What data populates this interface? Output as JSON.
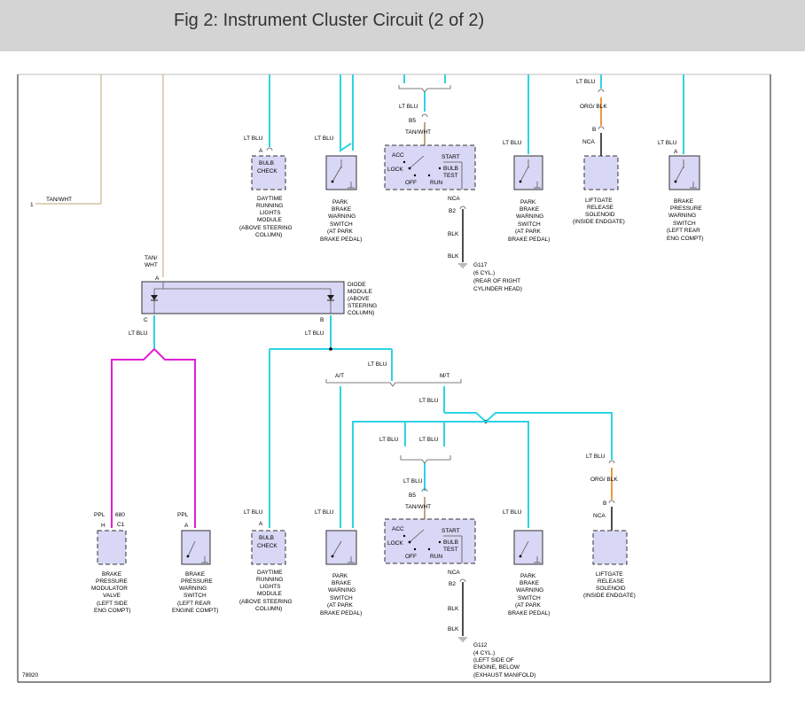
{
  "header": {
    "title": "Fig 2: Instrument Cluster Circuit (2 of 2)"
  },
  "figure_id": "78920",
  "wires": {
    "lt_blu": "LT BLU",
    "tan_wht": "TAN/WHT",
    "blk": "BLK",
    "org_blk": "ORG/ BLK",
    "ppl": "PPL",
    "ppl_680": "680"
  },
  "left_stub": {
    "num": "1",
    "label": "TAN/WHT"
  },
  "diode": {
    "label": [
      "DIODE",
      "MODULE",
      "(ABOVE",
      "STEERING",
      "COLUMN)"
    ],
    "pin_a": "A",
    "pin_b": "B",
    "pin_c": "C",
    "wire_in": [
      "TAN/",
      "WHT"
    ]
  },
  "switch": {
    "acc": "ACC",
    "start": "START",
    "lock": "LOCK",
    "bulb": "BULB",
    "test": "TEST",
    "off": "OFF",
    "run": "RUN",
    "nca": "NCA",
    "b2": "B2",
    "b5": "B5"
  },
  "top": {
    "daytime": [
      "DAYTIME",
      "RUNNING",
      "LIGHTS",
      "MODULE",
      "(ABOVE STEERING",
      "COLUMN)"
    ],
    "bulb_check": [
      "BULB",
      "CHECK"
    ],
    "park1": [
      "PARK",
      "BRAKE",
      "WARNING",
      "SWITCH",
      "(AT PARK",
      "BRAKE PEDAL)"
    ],
    "park2": [
      "PARK",
      "BRAKE",
      "WARNING",
      "SWITCH",
      "(AT PARK",
      "BRAKE PEDAL)"
    ],
    "liftgate": [
      "LIFTGATE",
      "RELEASE",
      "SOLENOID",
      "(INSIDE ENDGATE)"
    ],
    "brake_pressure": [
      "BRAKE",
      "PRESSURE",
      "WARNING",
      "SWITCH",
      "(LEFT REAR",
      "ENG COMPT)"
    ],
    "ground": [
      "G117",
      "(6 CYL.)",
      "(REAR OF RIGHT",
      "CYLINDER HEAD)"
    ]
  },
  "bottom": {
    "modulator": [
      "BRAKE",
      "PRESSURE",
      "MODULATOR",
      "VALVE",
      "(LEFT SIDE",
      "ENG COMPT)"
    ],
    "mod_pins": {
      "h": "H",
      "c1": "C1"
    },
    "brake_pressure": [
      "BRAKE",
      "PRESSURE",
      "WARNING",
      "SWITCH",
      "(LEFT REAR",
      "ENGINE COMPT)"
    ],
    "daytime": [
      "DAYTIME",
      "RUNNING",
      "LIGHTS",
      "MODULE",
      "(ABOVE STEERING",
      "COLUMN)"
    ],
    "park1": [
      "PARK",
      "BRAKE",
      "WARNING",
      "SWITCH",
      "(AT PARK",
      "BRAKE PEDAL)"
    ],
    "park2": [
      "PARK",
      "BRAKE",
      "WARNING",
      "SWITCH",
      "(AT PARK",
      "BRAKE PEDAL)"
    ],
    "liftgate": [
      "LIFTGATE",
      "RELEASE",
      "SOLENOID",
      "(INSIDE ENDGATE)"
    ],
    "ground": [
      "G112",
      "(4 CYL.)",
      "(LEFT SIDE OF",
      "ENGINE, BELOW",
      "(EXHAUST MANIFOLD)"
    ],
    "at": "A/T",
    "mt": "M/T"
  },
  "pins": {
    "a": "A",
    "b": "B",
    "nca": "NCA"
  },
  "colors": {
    "lt_blu": "#2fd3e3",
    "ppl": "#e01fd6",
    "org": "#e89a40",
    "tan": "#c9b48c",
    "module_fill": "#d8d7f5",
    "header_bg": "#d4d4d4"
  }
}
